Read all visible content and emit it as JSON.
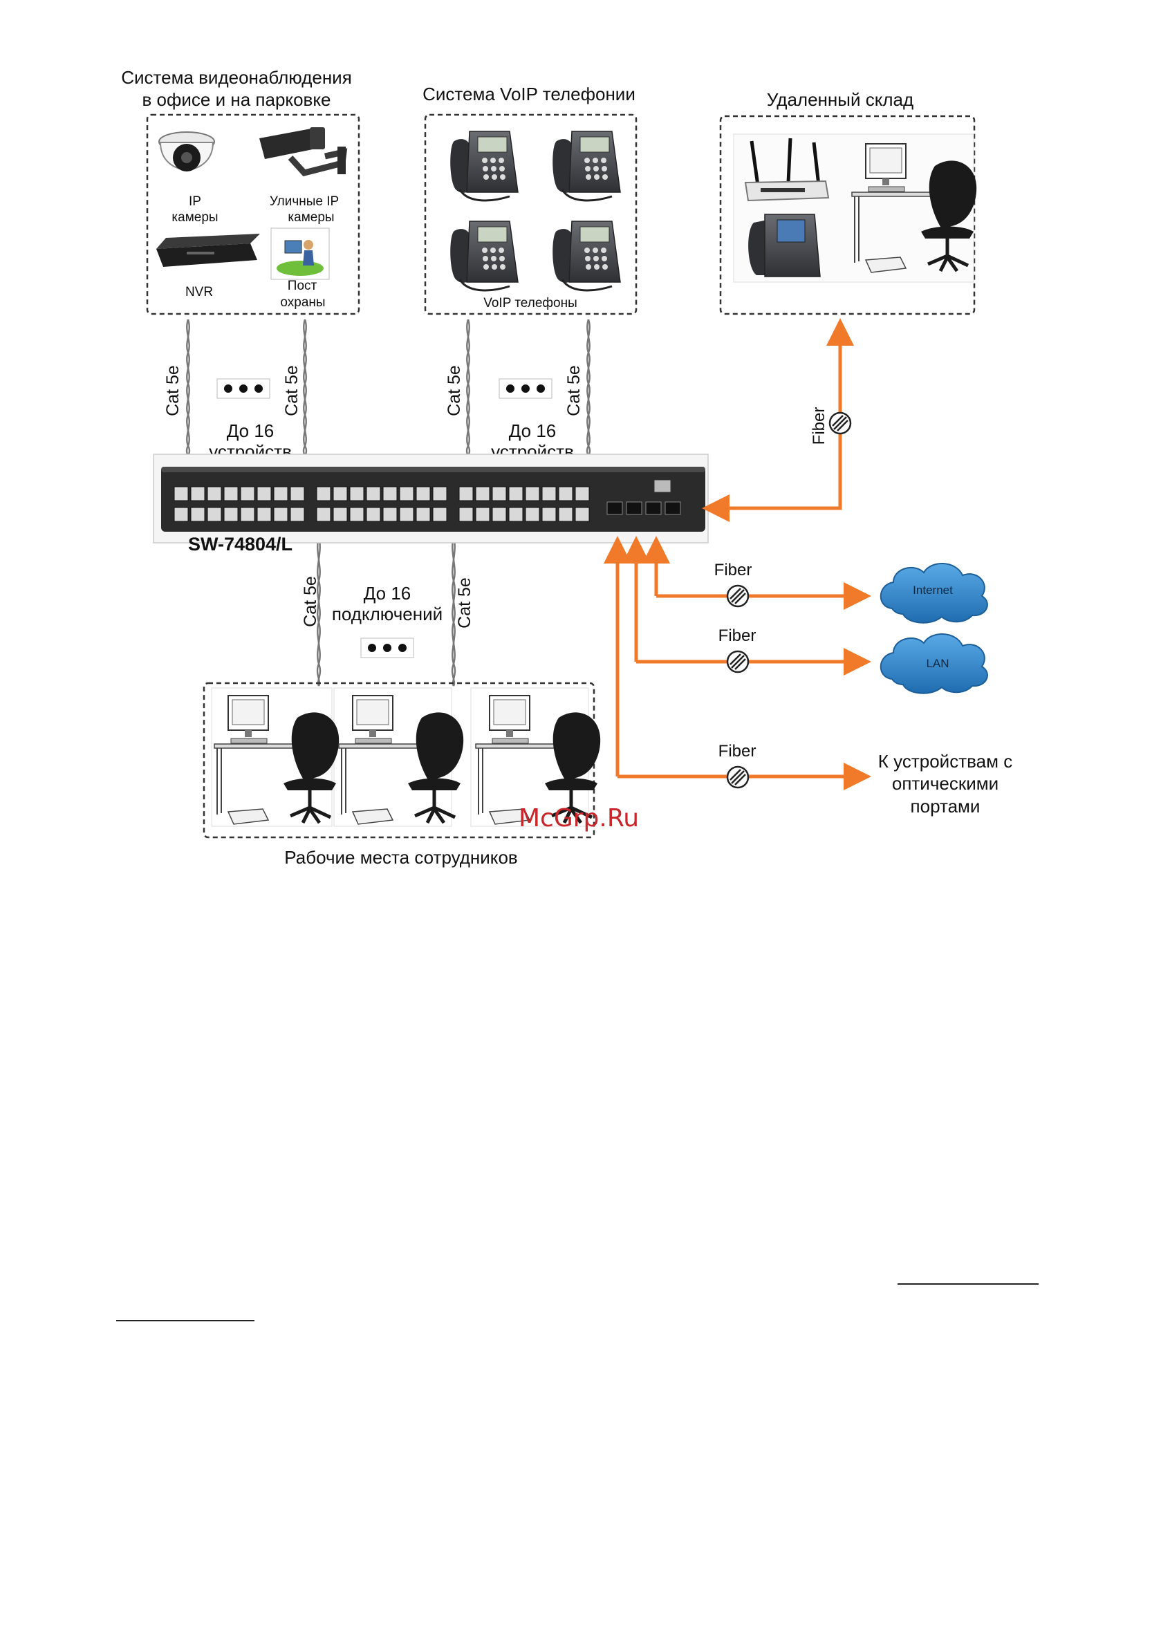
{
  "groups": {
    "video": {
      "title_line1": "Система видеонаблюдения",
      "title_line2": "в офисе и на парковке",
      "ip_cameras_line1": "IP",
      "ip_cameras_line2": "камеры",
      "street_cameras_line1": "Уличные IP",
      "street_cameras_line2": "камеры",
      "nvr": "NVR",
      "guard_line1": "Пост",
      "guard_line2": "охраны"
    },
    "voip": {
      "title": "Система VoIP телефонии",
      "phones_label": "VoIP телефоны"
    },
    "warehouse": {
      "title": "Удаленный склад"
    },
    "workstations": {
      "title": "Рабочие места сотрудников"
    }
  },
  "cables": {
    "cat5e": "Cat 5e",
    "up_to_16_line1": "До 16",
    "devices": "устройств",
    "connections": "подключений"
  },
  "switch": {
    "model": "SW-74804/L"
  },
  "fiber": {
    "label": "Fiber",
    "internet": "Internet",
    "lan": "LAN",
    "optical_line1": "К устройствам с",
    "optical_line2": "оптическими",
    "optical_line3": "портами"
  },
  "watermark": "McGrp.Ru",
  "colors": {
    "fiber_arrow": "#f07a2a",
    "cloud": "#2d7fc1",
    "switch_body": "#2b2b2b",
    "watermark": "#c8262b"
  }
}
